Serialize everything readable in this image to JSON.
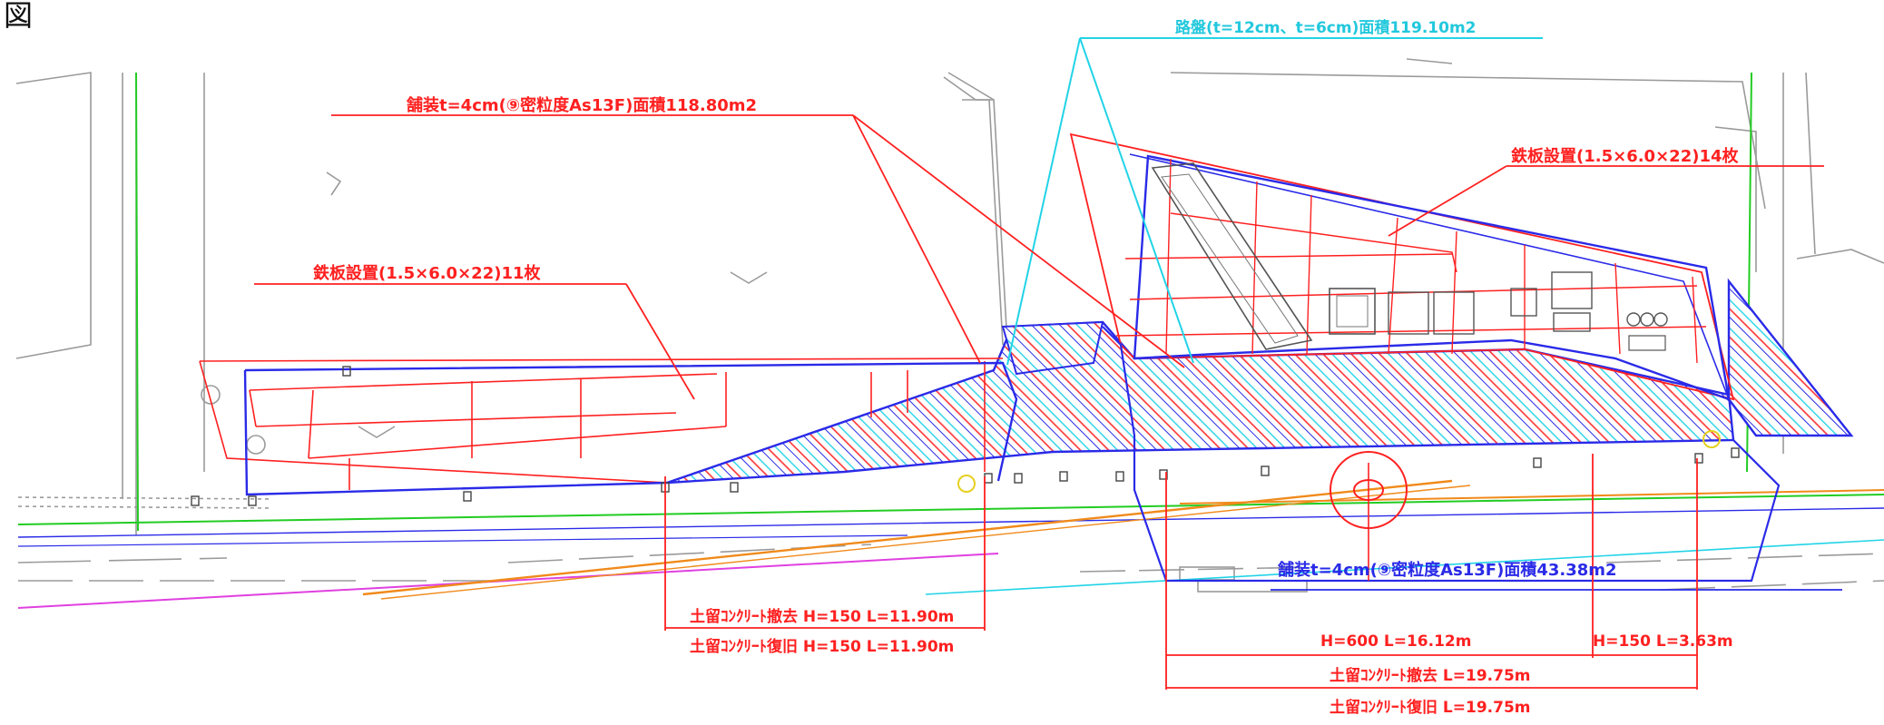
{
  "corner_mark": "図",
  "colors": {
    "red": "#ff2020",
    "blue": "#2a2ae8",
    "cyan": "#22d3e6",
    "green": "#22cc22",
    "magenta": "#e040e0",
    "orange": "#f08a1a",
    "gray": "#8a8a8a"
  },
  "labels": {
    "roadbed": "路盤(t=12cm、t=6cm)面積119.10m2",
    "paving_upper": "舗装t=4cm(⑨密粒度As13F)面積118.80m2",
    "steel_plate_right": "鉄板設置(1.5×6.0×22)14枚",
    "steel_plate_left": "鉄板設置(1.5×6.0×22)11枚",
    "paving_lower": "舗装t=4cm(⑨密粒度As13F)面積43.38m2",
    "retaining_remove_left": "土留ｺﾝｸﾘｰﾄ撤去 H=150 L=11.90m",
    "retaining_restore_left": "土留ｺﾝｸﾘｰﾄ復旧 H=150 L=11.90m",
    "dim_h600": "H=600 L=16.12m",
    "dim_h150": "H=150 L=3.63m",
    "retaining_remove_right": "土留ｺﾝｸﾘｰﾄ撤去 L=19.75m",
    "retaining_restore_right": "土留ｺﾝｸﾘｰﾄ復旧 L=19.75m"
  }
}
